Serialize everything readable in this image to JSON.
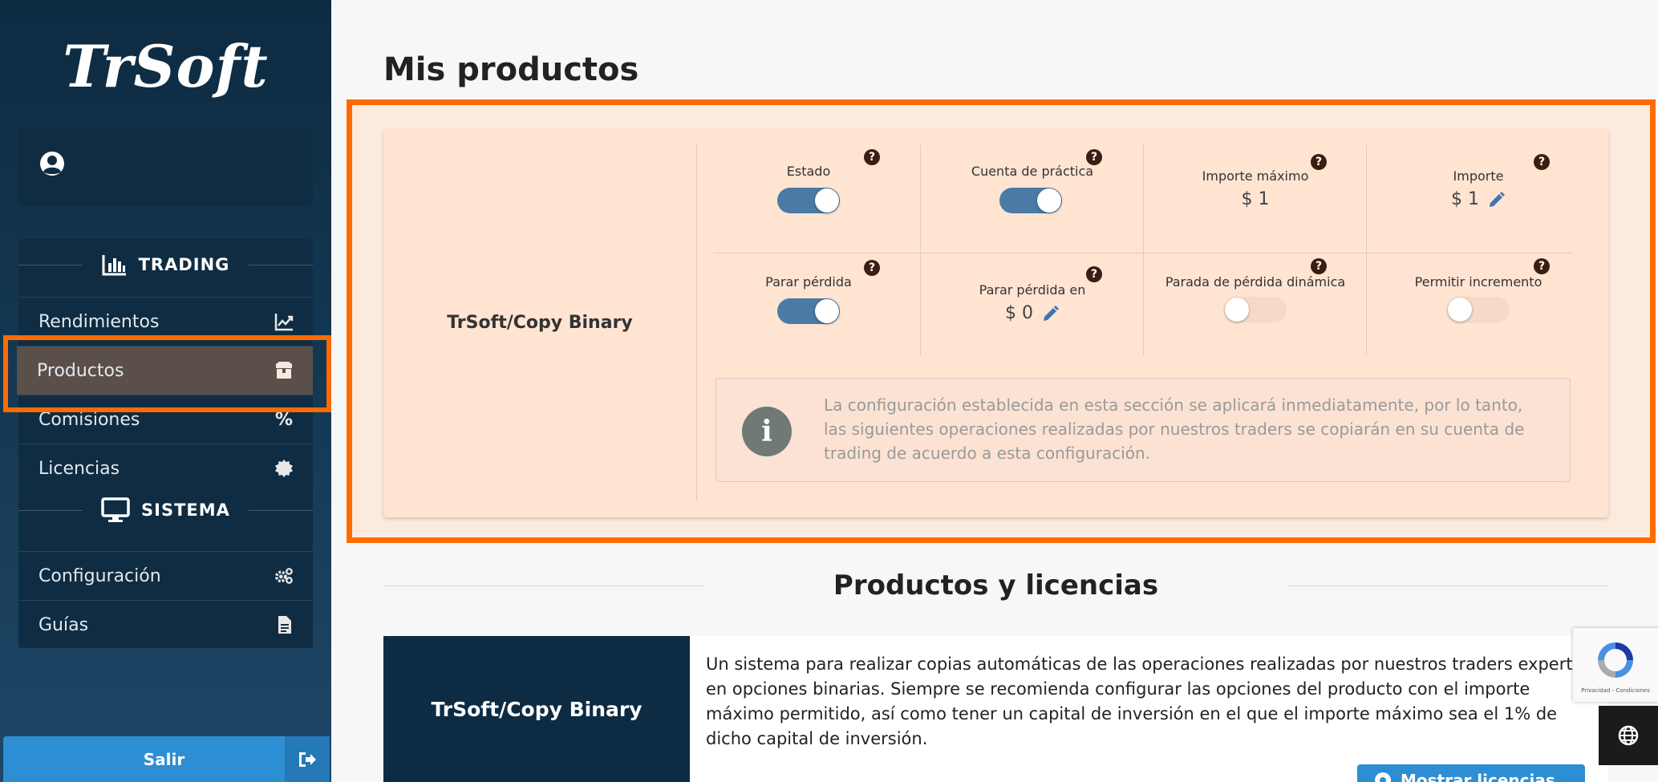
{
  "app": {
    "logo": "TrSoft"
  },
  "sidebar": {
    "sections": [
      {
        "title": "TRADING",
        "icon": "bar-chart-icon"
      },
      {
        "title": "SISTEMA",
        "icon": "monitor-icon"
      }
    ],
    "items": [
      {
        "label": "Rendimientos",
        "icon": "line-chart-icon"
      },
      {
        "label": "Productos",
        "icon": "box-icon",
        "active": true
      },
      {
        "label": "Comisiones",
        "icon": "percent-icon",
        "glyph": "%"
      },
      {
        "label": "Licencias",
        "icon": "certificate-icon"
      },
      {
        "label": "Configuración",
        "icon": "cogs-icon"
      },
      {
        "label": "Guías",
        "icon": "file-icon"
      }
    ],
    "logout_label": "Salir"
  },
  "main": {
    "page_title": "Mis productos",
    "product": {
      "name": "TrSoft/Copy Binary",
      "settings": {
        "estado": {
          "label": "Estado",
          "on": true
        },
        "cuenta_practica": {
          "label": "Cuenta de práctica",
          "on": true
        },
        "importe_maximo": {
          "label": "Importe máximo",
          "value": "$ 1"
        },
        "importe": {
          "label": "Importe",
          "value": "$ 1"
        },
        "parar_perdida": {
          "label": "Parar pérdida",
          "on": true
        },
        "parar_perdida_en": {
          "label": "Parar pérdida en",
          "value": "$ 0"
        },
        "parada_dinamica": {
          "label": "Parada de pérdida dinámica",
          "on": false
        },
        "permitir_incremento": {
          "label": "Permitir incremento",
          "on": false
        }
      },
      "info": "La configuración establecida en esta sección se aplicará inmediatamente, por lo tanto, las siguientes operaciones realizadas por nuestros traders se copiarán en su cuenta de trading de acuerdo a esta configuración."
    },
    "licenses_section_title": "Productos y licencias",
    "license_card": {
      "name": "TrSoft/Copy Binary",
      "description": "Un sistema para realizar copias automáticas de las operaciones realizadas por nuestros traders expertos en opciones binarias. Siempre se recomienda configurar las opciones del producto con el importe máximo permitido, así como tener un capital de inversión en el que el importe máximo sea el 1% de dicho capital de inversión.",
      "button_label": "Mostrar licencias"
    }
  },
  "recaptcha": {
    "text": "Privacidad - Condiciones"
  },
  "colors": {
    "accent": "#2d8ed3",
    "sidebar": "#0d2b42",
    "highlight": "#ff6b00",
    "toggle_on": "#4a7aa5"
  }
}
